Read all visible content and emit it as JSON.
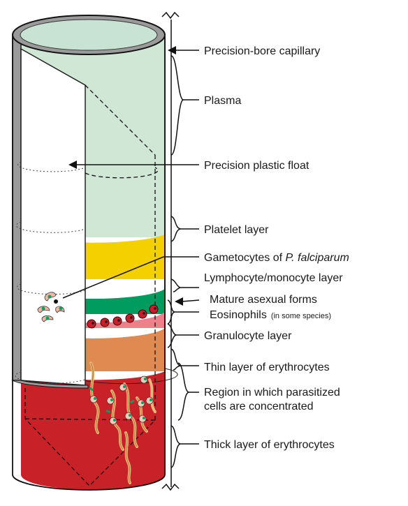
{
  "labels": {
    "capillary": "Precision-bore capillary",
    "plasma": "Plasma",
    "float": "Precision plastic float",
    "platelet": "Platelet layer",
    "gametocytes_prefix": "Gametocytes of ",
    "gametocytes_species": "P. falciparum",
    "lymphocyte": "Lymphocyte/monocyte layer",
    "mature_asexual": "Mature asexual forms",
    "eosinophils": "Eosinophils",
    "eosinophils_note": "(in some species)",
    "granulocyte": "Granulocyte layer",
    "thin_layer": "Thin layer of erythrocytes",
    "region_line1": "Region in which parasitized",
    "region_line2": "cells are concentrated",
    "thick_layer": "Thick layer of erythrocytes"
  },
  "colors": {
    "plasma": "#cfe7d4",
    "platelet": "#f5d000",
    "lymphocyte": "#009b5e",
    "eosinophil": "#f07f8c",
    "granulocyte": "#e08a52",
    "erythrocytes": "#c92128",
    "capillary_wall": "#9a9a9a",
    "float": "#ffffff",
    "parasite": "#e8b87a"
  }
}
